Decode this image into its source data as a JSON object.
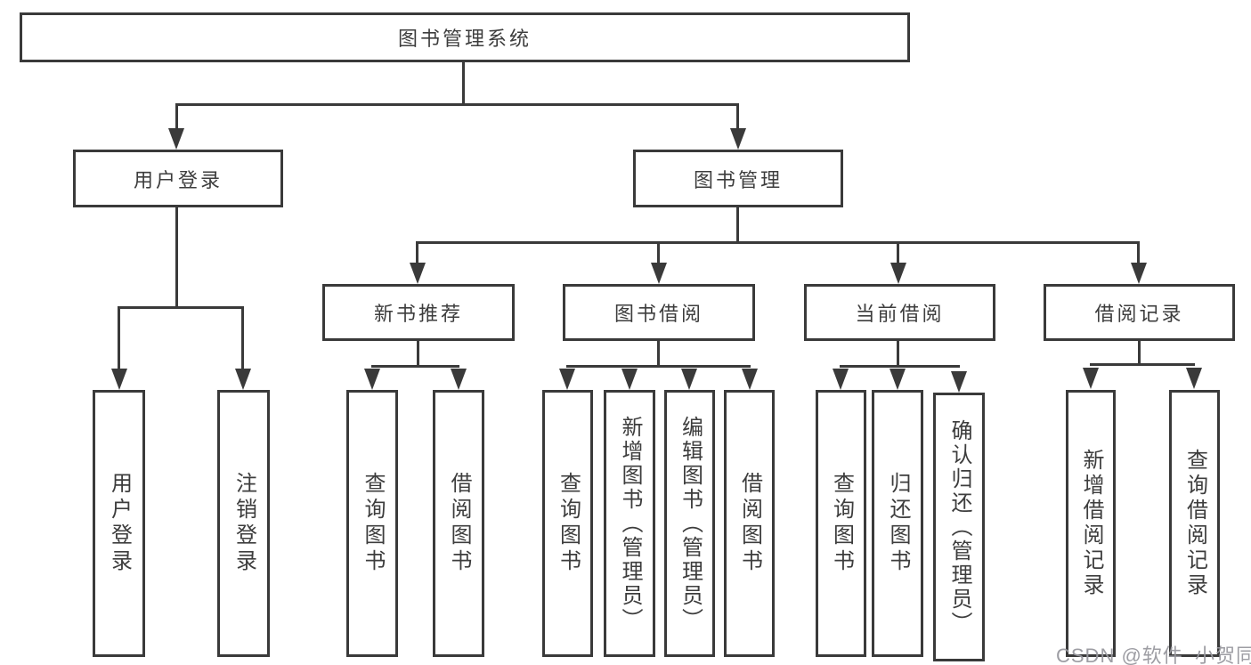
{
  "diagram_title": "图书管理系统",
  "tree": {
    "root": {
      "label": "图书管理系统",
      "children": [
        {
          "label": "用户登录",
          "children": [
            {
              "label": "用户登录"
            },
            {
              "label": "注销登录"
            }
          ]
        },
        {
          "label": "图书管理",
          "children": [
            {
              "label": "新书推荐",
              "children": [
                {
                  "label": "查询图书"
                },
                {
                  "label": "借阅图书"
                }
              ]
            },
            {
              "label": "图书借阅",
              "children": [
                {
                  "label": "查询图书"
                },
                {
                  "label": "新增图书（管理员）"
                },
                {
                  "label": "编辑图书（管理员）"
                },
                {
                  "label": "借阅图书"
                }
              ]
            },
            {
              "label": "当前借阅",
              "children": [
                {
                  "label": "查询图书"
                },
                {
                  "label": "归还图书"
                },
                {
                  "label": "确认归还（管理员）"
                }
              ]
            },
            {
              "label": "借阅记录",
              "children": [
                {
                  "label": "新增借阅记录"
                },
                {
                  "label": "查询借阅记录"
                }
              ]
            }
          ]
        }
      ]
    }
  },
  "watermark": {
    "text": "CSDN @软件_小贺同学"
  },
  "colors": {
    "line": "#3a3a3a",
    "text": "#3d3d3d",
    "watermark": "#98989e",
    "background": "#ffffff"
  }
}
